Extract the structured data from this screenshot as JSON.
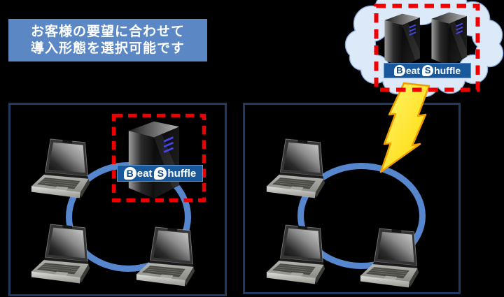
{
  "banner": {
    "line1": "お客様の要望に合わせて",
    "line2": "導入形態を選択可能です"
  },
  "brand": {
    "b": "B",
    "eat": "eat",
    "s": "S",
    "huffle": "huffle"
  },
  "icons": {
    "cloud": "cloud-shape",
    "lightning": "lightning-bolt-icon",
    "server": "server-tower-icon",
    "laptop": "laptop-icon",
    "ring": "network-ring",
    "dashed_box": "red-dashed-highlight-box"
  },
  "colors": {
    "banner_bg": "#5b87c5",
    "banner_text": "#ffffff",
    "panel_border": "#1e3a5f",
    "ring": "#5586ce",
    "dashed_red": "#ee0000",
    "logo_bg": "#19599b",
    "logo_border": "#5e93cc",
    "bubble_text": "#11497f",
    "cloud_fill": "#dce9f8",
    "cloud_stroke": "#88abdc",
    "bolt_stroke": "#ef9f00",
    "led": "#4343e8"
  }
}
